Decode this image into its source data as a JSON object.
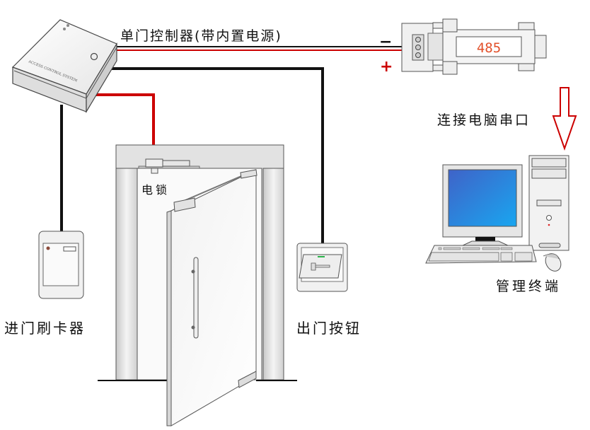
{
  "labels": {
    "controller": "单门控制器(带内置电源)",
    "controller_box_text": "ACCESS CONTROL SYSTEM",
    "converter_text": "485",
    "minus_sign": "−",
    "plus_sign": "+",
    "pc_connection": "连接电脑串口",
    "management_terminal": "管理终端",
    "electric_lock": "电锁",
    "card_reader": "进门刷卡器",
    "exit_button": "出门按钮"
  },
  "colors": {
    "wire_black": "#111111",
    "wire_red": "#cc0000",
    "converter_text": "#e2502a",
    "arrow": "#cc0000",
    "monitor_screen": "#2f7fd8"
  }
}
